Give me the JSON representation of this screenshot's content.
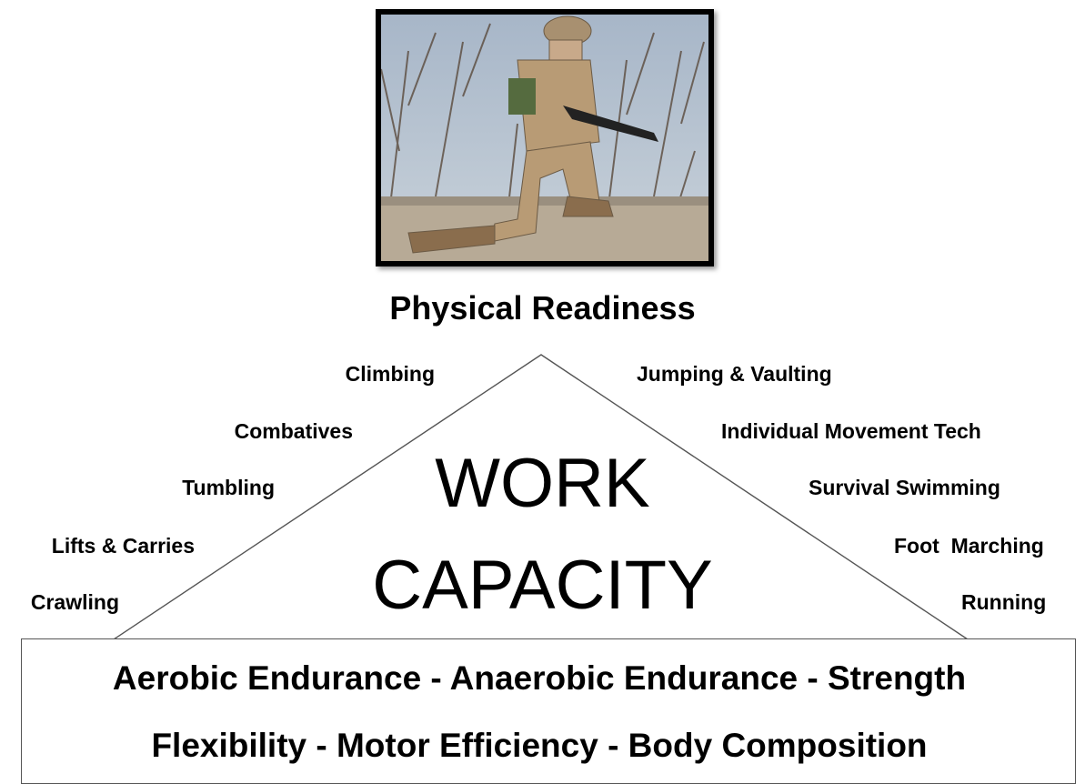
{
  "title": "Physical Readiness",
  "photo": {
    "subject": "kneeling-soldier-photo"
  },
  "core": {
    "line1": "WORK",
    "line2": "CAPACITY"
  },
  "left_labels": [
    "Climbing",
    "Combatives",
    "Tumbling",
    "Lifts & Carries",
    "Crawling"
  ],
  "right_labels": [
    "Jumping & Vaulting",
    "Individual Movement Tech",
    "Survival Swimming",
    "Foot  Marching",
    "Running"
  ],
  "base": {
    "line1": "Aerobic Endurance - Anaerobic Endurance - Strength",
    "line2": "Flexibility - Motor Efficiency - Body Composition"
  }
}
